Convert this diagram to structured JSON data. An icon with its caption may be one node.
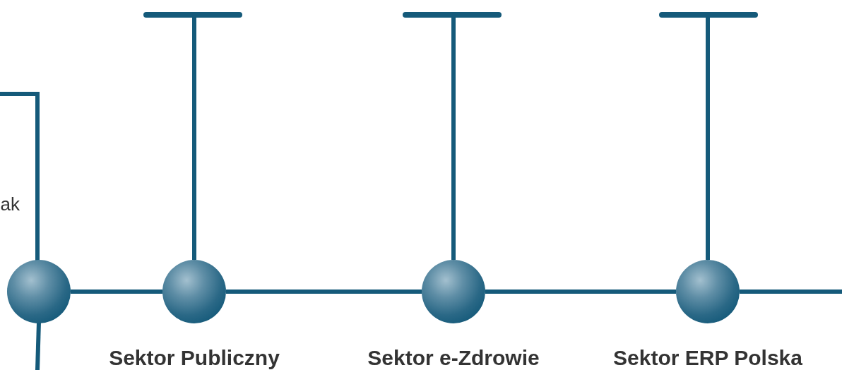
{
  "diagram": {
    "nodes": [
      {
        "text": [],
        "shape": "circle"
      },
      {
        "text": [],
        "shape": "circle",
        "beside": [
          "Sektor Publiczny"
        ]
      },
      {
        "text": [],
        "shape": "circle",
        "beside": [
          "Sektor e-Zdrowie"
        ]
      },
      {
        "text": [],
        "shape": "circle",
        "beside": [
          "Sektor ERP Polska"
        ]
      },
      {
        "text": [],
        "shape": "bar"
      },
      {
        "text": [],
        "shape": "bar"
      },
      {
        "text": [],
        "shape": "bar"
      }
    ],
    "edges": [
      {
        "from": null,
        "to": 0,
        "arrow": "none"
      },
      {
        "from": 0,
        "to": null,
        "arrow": "none"
      },
      {
        "from": 0,
        "to": 1,
        "arrow": "none"
      },
      {
        "from": 1,
        "to": 2,
        "arrow": "none"
      },
      {
        "from": 2,
        "to": 3,
        "arrow": "none"
      },
      {
        "from": 3,
        "to": null,
        "arrow": "none"
      },
      {
        "from": 1,
        "to": 4,
        "arrow": "none"
      },
      {
        "from": 2,
        "to": 5,
        "arrow": "none"
      },
      {
        "from": 3,
        "to": 6,
        "arrow": "none"
      }
    ],
    "labels": [
      "ak"
    ]
  }
}
